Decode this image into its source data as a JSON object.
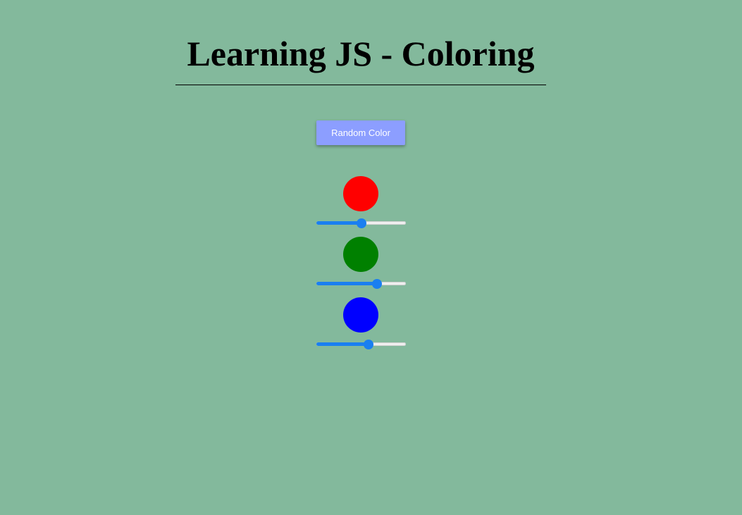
{
  "page": {
    "title": "Learning JS - Coloring",
    "background_color": "#83b99c"
  },
  "controls": {
    "random_button_label": "Random Color",
    "button_color": "#8c9eff"
  },
  "channels": [
    {
      "name": "red",
      "color": "#ff0000",
      "slider_fraction": 0.5
    },
    {
      "name": "green",
      "color": "#008000",
      "slider_fraction": 0.7
    },
    {
      "name": "blue",
      "color": "#0000ff",
      "slider_fraction": 0.59
    }
  ],
  "slider_accent_color": "#1a7ff0"
}
